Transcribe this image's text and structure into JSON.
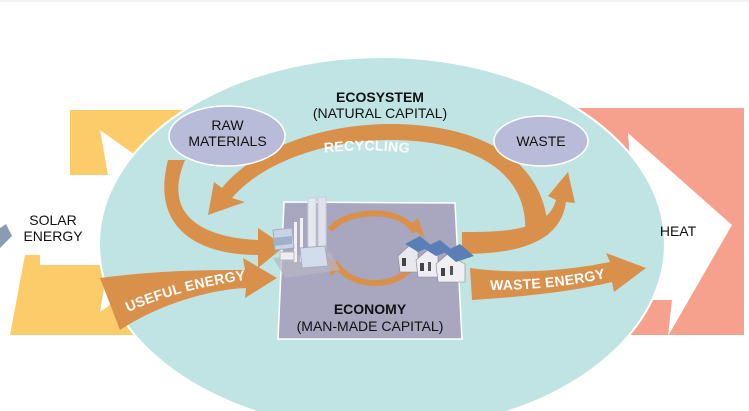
{
  "diagram": {
    "ecosystem": {
      "title": "ECOSYSTEM",
      "subtitle": "(NATURAL CAPITAL)"
    },
    "economy": {
      "title": "ECONOMY",
      "subtitle": "(MAN-MADE CAPITAL)"
    },
    "nodes": {
      "raw_materials": "RAW\nMATERIALS",
      "raw_materials_line1": "RAW",
      "raw_materials_line2": "MATERIALS",
      "waste": "WASTE"
    },
    "inputs": {
      "solar_line1": "SOLAR",
      "solar_line2": "ENERGY"
    },
    "outputs": {
      "heat": "HEAT"
    },
    "flows": {
      "recycling": "RECYCLING",
      "useful_energy": "USEFUL ENERGY",
      "waste_energy": "WASTE ENERGY"
    },
    "icons": [
      "factory-icon",
      "houses-icon",
      "cycle-arrows-icon",
      "solar-panel-icon"
    ],
    "colors": {
      "ecosystem_fill": "#c0e4e4",
      "economy_fill": "#a8a7bf",
      "node_fill": "#b8bcd8",
      "flow_arrow": "#d9904a",
      "solar_band": "#fccb6a",
      "heat_band": "#f6a18e"
    }
  }
}
